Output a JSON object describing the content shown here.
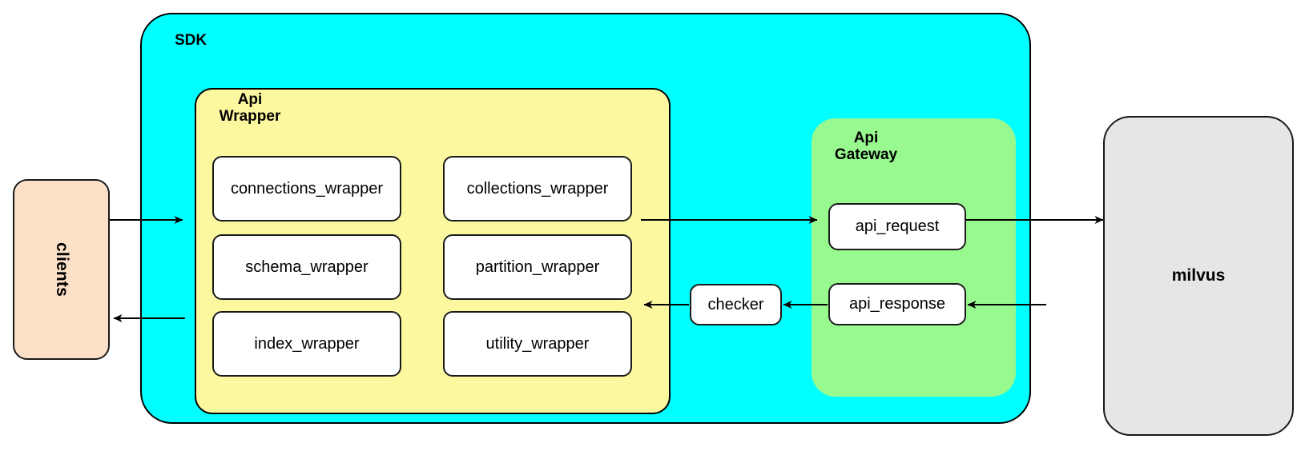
{
  "diagram": {
    "title_nodes": {
      "sdk": "SDK",
      "api_wrapper": "Api\nWrapper",
      "api_gateway": "Api\nGateway"
    },
    "external": {
      "clients": "clients",
      "milvus": "milvus"
    },
    "api_wrapper_modules": [
      "connections_wrapper",
      "collections_wrapper",
      "schema_wrapper",
      "partition_wrapper",
      "index_wrapper",
      "utility_wrapper"
    ],
    "api_gateway_modules": [
      "api_request",
      "api_response"
    ],
    "checker": "checker",
    "colors": {
      "sdk_fill": "#00ffff",
      "api_wrapper_fill": "#fbf8a0",
      "api_gateway_fill": "#98f98f",
      "clients_fill": "#fce0c8",
      "milvus_fill": "#e6e6e6",
      "leaf_fill": "#ffffff",
      "stroke": "#1a1a1a"
    },
    "edges": [
      {
        "from": "clients",
        "to": "api_wrapper",
        "direction": "right"
      },
      {
        "from": "api_wrapper",
        "to": "api_gateway",
        "direction": "right"
      },
      {
        "from": "api_request",
        "to": "milvus",
        "direction": "right"
      },
      {
        "from": "milvus",
        "to": "api_response",
        "direction": "left"
      },
      {
        "from": "api_response",
        "to": "checker",
        "direction": "left"
      },
      {
        "from": "checker",
        "to": "api_wrapper",
        "direction": "left"
      },
      {
        "from": "api_wrapper",
        "to": "clients",
        "direction": "left"
      }
    ]
  }
}
